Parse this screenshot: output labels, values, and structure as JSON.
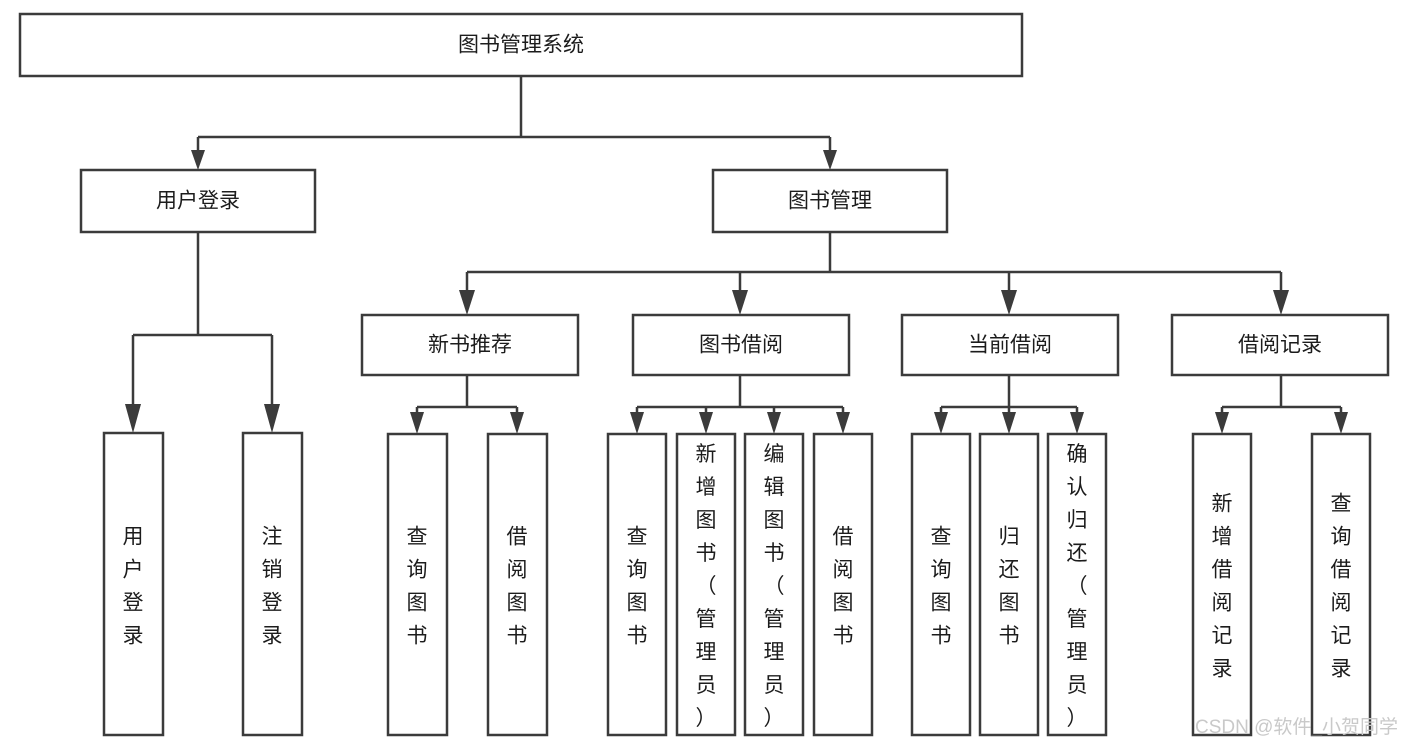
{
  "diagram": {
    "title": "图书管理系统",
    "type": "tree-hierarchy-chart",
    "colors": {
      "box_stroke": "#3b3b3b",
      "box_fill": "#ffffff",
      "connector": "#3b3b3b",
      "text": "#1c1c1c",
      "background": "#ffffff",
      "watermark": "#c9c9c9"
    },
    "root": {
      "label": "图书管理系统"
    },
    "level2": [
      {
        "label": "用户登录"
      },
      {
        "label": "图书管理"
      }
    ],
    "level3": [
      {
        "label": "新书推荐"
      },
      {
        "label": "图书借阅"
      },
      {
        "label": "当前借阅"
      },
      {
        "label": "借阅记录"
      }
    ],
    "leaves": {
      "user_login": [
        {
          "label": "用户登录"
        },
        {
          "label": "注销登录"
        }
      ],
      "new_book_recommend": [
        {
          "label": "查询图书"
        },
        {
          "label": "借阅图书"
        }
      ],
      "book_borrow": [
        {
          "label": "查询图书"
        },
        {
          "label": "新增图书（管理员）"
        },
        {
          "label": "编辑图书（管理员）"
        },
        {
          "label": "借阅图书"
        }
      ],
      "current_borrow": [
        {
          "label": "查询图书"
        },
        {
          "label": "归还图书"
        },
        {
          "label": "确认归还（管理员）"
        }
      ],
      "borrow_record": [
        {
          "label": "新增借阅记录"
        },
        {
          "label": "查询借阅记录"
        }
      ]
    }
  },
  "watermark": {
    "text": "CSDN @软件_小贺同学"
  }
}
